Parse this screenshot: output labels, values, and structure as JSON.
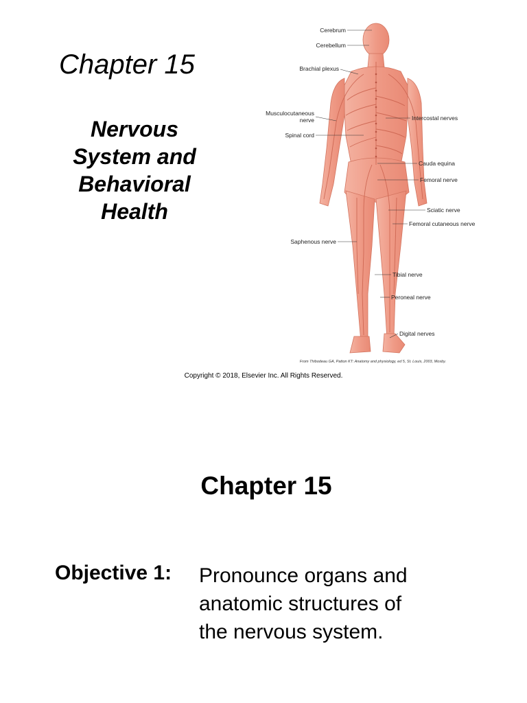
{
  "slide1": {
    "heading": "Chapter 15",
    "subheading_lines": [
      "Nervous",
      "System and",
      "Behavioral",
      "Health"
    ],
    "figure": {
      "labels_left": {
        "cerebrum": "Cerebrum",
        "cerebellum": "Cerebellum",
        "brachial_plexus": "Brachial plexus",
        "musculocutaneous_1": "Musculocutaneous",
        "musculocutaneous_2": "nerve",
        "spinal_cord": "Spinal cord",
        "saphenous": "Saphenous nerve"
      },
      "labels_right": {
        "intercostal": "Intercostal nerves",
        "cauda_equina": "Cauda equina",
        "femoral": "Femoral nerve",
        "sciatic": "Sciatic nerve",
        "femoral_cutaneous": "Femoral cutaneous nerve",
        "tibial": "Tibial nerve",
        "peroneal": "Peroneal nerve",
        "digital": "Digital nerves"
      },
      "source_prefix": "From Thibodeau GA, Patton KT: ",
      "source_title": "Anatomy and physiology",
      "source_suffix": ", ed 5, St. Louis, 2003, Mosby.",
      "skin_color": "#f0a290",
      "nerve_color": "#c9604c"
    },
    "copyright": "Copyright © 2018, Elsevier Inc. All Rights Reserved."
  },
  "slide2": {
    "heading": "Chapter 15",
    "objective_label": "Objective 1:",
    "objective_lines": [
      "Pronounce organs and",
      "anatomic structures of",
      "the nervous system."
    ]
  }
}
